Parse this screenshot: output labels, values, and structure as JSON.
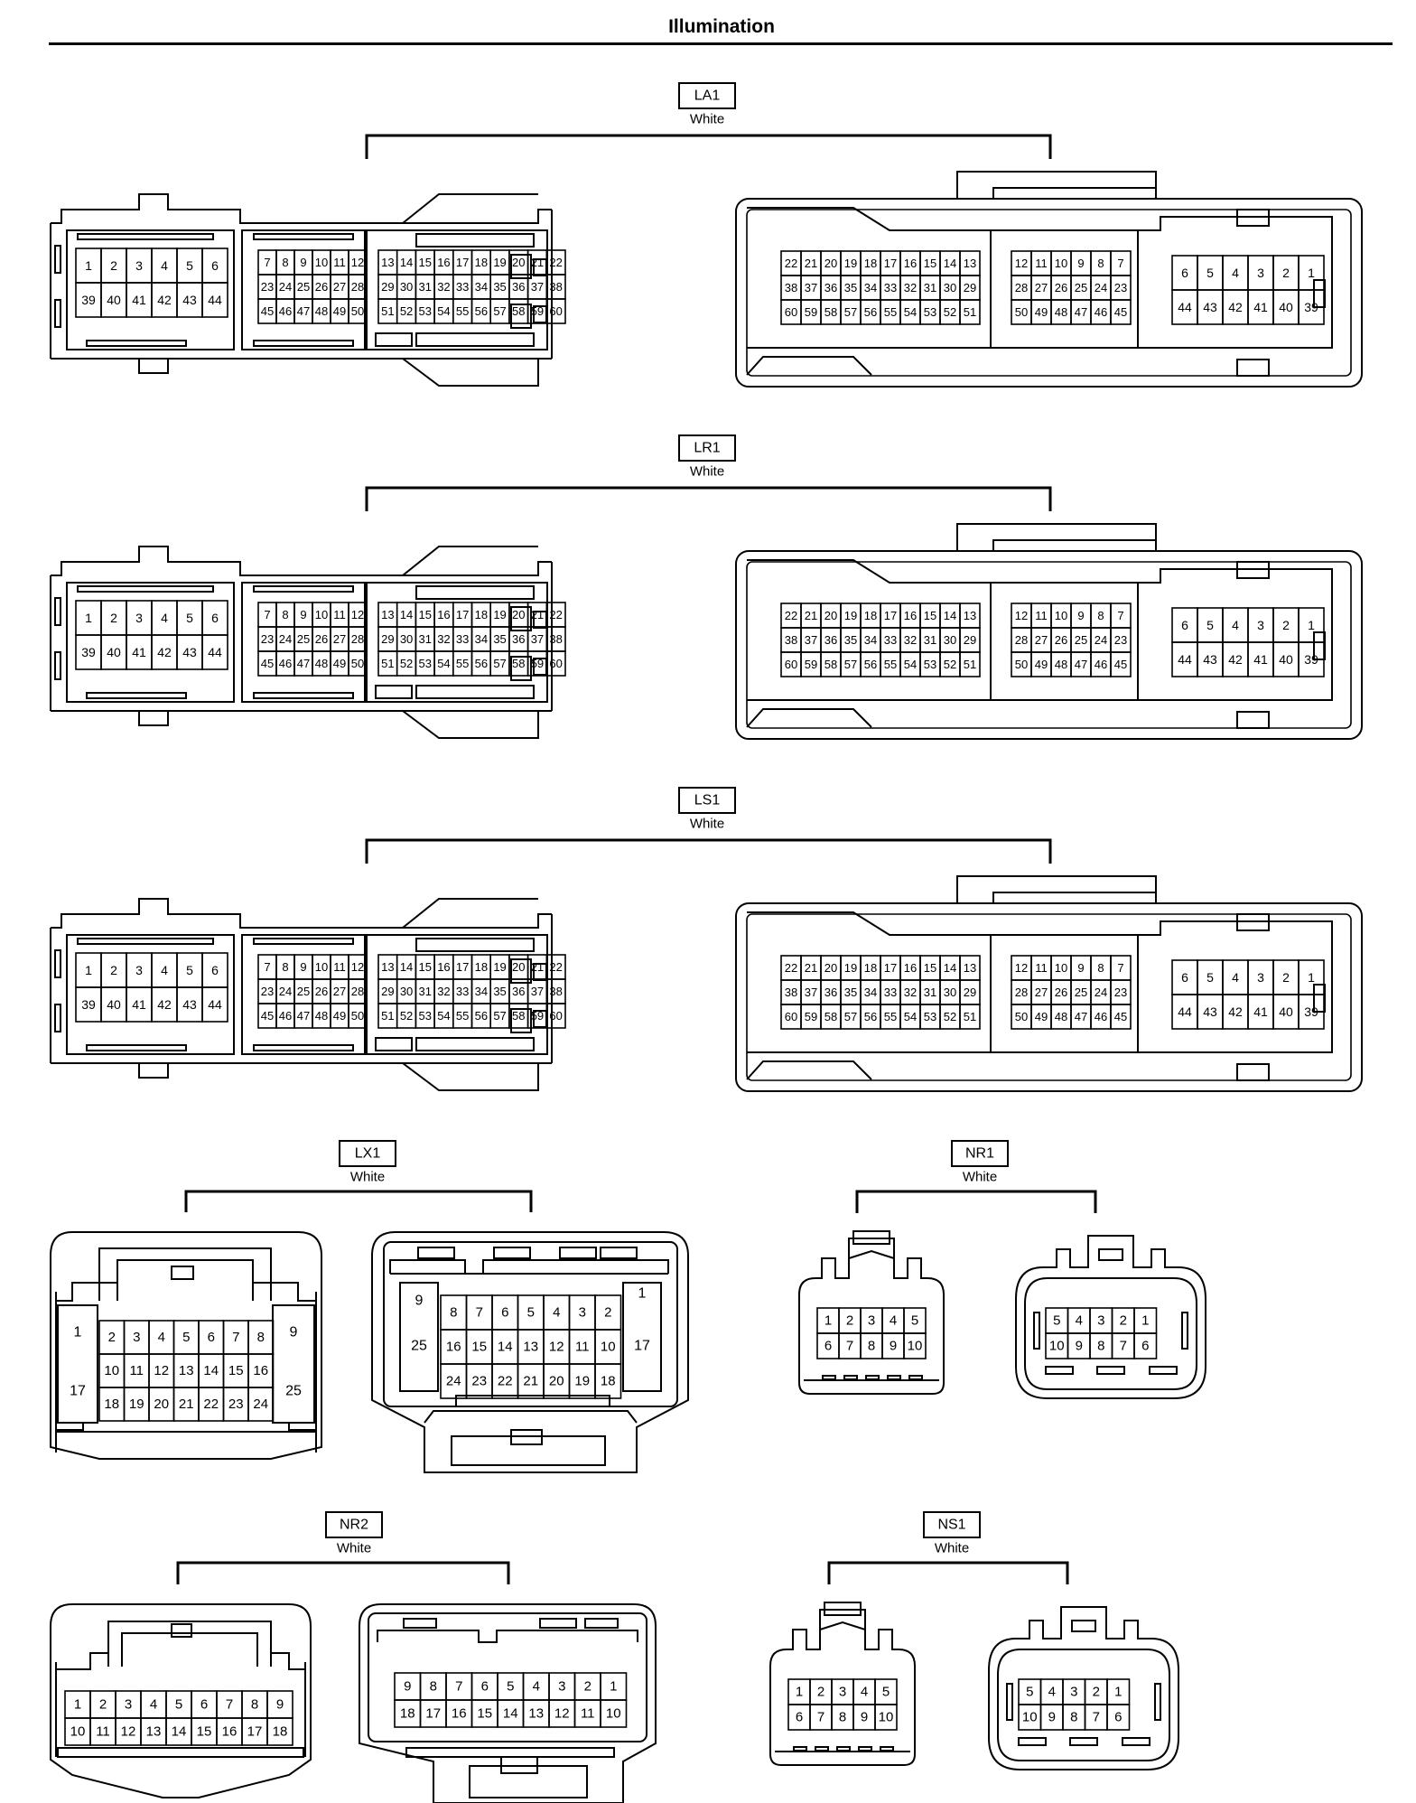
{
  "page_title": "Illumination",
  "connectors": [
    {
      "id": "LA1",
      "color": "White"
    },
    {
      "id": "LR1",
      "color": "White"
    },
    {
      "id": "LS1",
      "color": "White"
    },
    {
      "id": "LX1",
      "color": "White"
    },
    {
      "id": "NR1",
      "color": "White"
    },
    {
      "id": "NR2",
      "color": "White"
    },
    {
      "id": "NS1",
      "color": "White"
    }
  ],
  "pin_rows": {
    "big_left_a": [
      [
        "1",
        "2",
        "3",
        "4",
        "5",
        "6"
      ],
      [
        "39",
        "40",
        "41",
        "42",
        "43",
        "44"
      ]
    ],
    "big_left_b": [
      [
        "7",
        "8",
        "9",
        "10",
        "11",
        "12"
      ],
      [
        "23",
        "24",
        "25",
        "26",
        "27",
        "28"
      ],
      [
        "45",
        "46",
        "47",
        "48",
        "49",
        "50"
      ]
    ],
    "big_left_c": [
      [
        "13",
        "14",
        "15",
        "16",
        "17",
        "18",
        "19",
        "20",
        "21",
        "22"
      ],
      [
        "29",
        "30",
        "31",
        "32",
        "33",
        "34",
        "35",
        "36",
        "37",
        "38"
      ],
      [
        "51",
        "52",
        "53",
        "54",
        "55",
        "56",
        "57",
        "58",
        "59",
        "60"
      ]
    ],
    "big_right_a": [
      [
        "22",
        "21",
        "20",
        "19",
        "18",
        "17",
        "16",
        "15",
        "14",
        "13"
      ],
      [
        "38",
        "37",
        "36",
        "35",
        "34",
        "33",
        "32",
        "31",
        "30",
        "29"
      ],
      [
        "60",
        "59",
        "58",
        "57",
        "56",
        "55",
        "54",
        "53",
        "52",
        "51"
      ]
    ],
    "big_right_b": [
      [
        "12",
        "11",
        "10",
        "9",
        "8",
        "7"
      ],
      [
        "28",
        "27",
        "26",
        "25",
        "24",
        "23"
      ],
      [
        "50",
        "49",
        "48",
        "47",
        "46",
        "45"
      ]
    ],
    "big_right_c": [
      [
        "6",
        "5",
        "4",
        "3",
        "2",
        "1"
      ],
      [
        "44",
        "43",
        "42",
        "41",
        "40",
        "39"
      ]
    ],
    "lx1_left": [
      [
        "2",
        "3",
        "4",
        "5",
        "6",
        "7",
        "8"
      ],
      [
        "10",
        "11",
        "12",
        "13",
        "14",
        "15",
        "16"
      ],
      [
        "18",
        "19",
        "20",
        "21",
        "22",
        "23",
        "24"
      ]
    ],
    "lx1_left_side": [
      "1",
      "17",
      "9",
      "25"
    ],
    "lx1_right": [
      [
        "8",
        "7",
        "6",
        "5",
        "4",
        "3",
        "2"
      ],
      [
        "16",
        "15",
        "14",
        "13",
        "12",
        "11",
        "10"
      ],
      [
        "24",
        "23",
        "22",
        "21",
        "20",
        "19",
        "18"
      ]
    ],
    "lx1_right_side": [
      "9",
      "25",
      "1",
      "17"
    ],
    "five_left": [
      [
        "1",
        "2",
        "3",
        "4",
        "5"
      ],
      [
        "6",
        "7",
        "8",
        "9",
        "10"
      ]
    ],
    "five_right": [
      [
        "5",
        "4",
        "3",
        "2",
        "1"
      ],
      [
        "10",
        "9",
        "8",
        "7",
        "6"
      ]
    ],
    "nine_left": [
      [
        "1",
        "2",
        "3",
        "4",
        "5",
        "6",
        "7",
        "8",
        "9"
      ],
      [
        "10",
        "11",
        "12",
        "13",
        "14",
        "15",
        "16",
        "17",
        "18"
      ]
    ],
    "nine_right": [
      [
        "9",
        "8",
        "7",
        "6",
        "5",
        "4",
        "3",
        "2",
        "1"
      ],
      [
        "18",
        "17",
        "16",
        "15",
        "14",
        "13",
        "12",
        "11",
        "10"
      ]
    ]
  }
}
